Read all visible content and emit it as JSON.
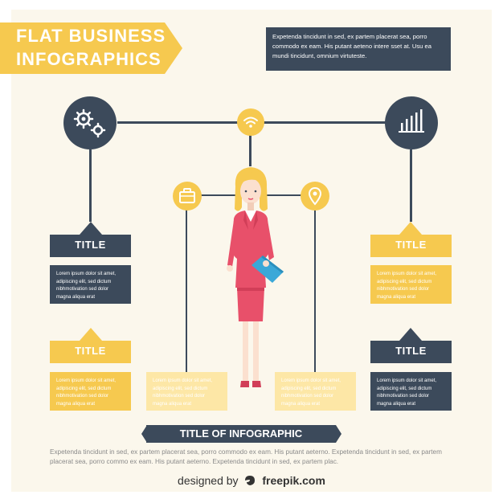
{
  "header": {
    "title_line1": "FLAT BUSINESS",
    "title_line2": "INFOGRAPHICS",
    "intro_text": "Expetenda tincidunt in sed, ex partem placerat sea, porro commodo ex eam. His putant aeteno intere sset at. Usu ea mundi tincidunt, omnium virtuteste."
  },
  "icons": {
    "top_left": "gears-icon",
    "top_center": "wifi-icon",
    "top_right": "bar-chart-icon",
    "mid_left": "briefcase-icon",
    "mid_right": "location-pin-icon"
  },
  "left_top": {
    "title": "TITLE",
    "text": "Lorem ipsum dolor sit amet, adipiscing elit, sed dictum nibhmotivation sed dolor magna aliqua erat"
  },
  "left_bottom": {
    "title": "TITLE",
    "text": "Lorem ipsum dolor sit amet, adipiscing elit, sed dictum nibhmotivation sed dolor magna aliqua erat"
  },
  "right_top": {
    "title": "TITLE",
    "text": "Lorem ipsum dolor sit amet, adipiscing elit, sed dictum nibhmotivation sed dolor magna aliqua erat"
  },
  "right_bottom": {
    "title": "TITLE",
    "text": "Lorem ipsum dolor sit amet, adipiscing elit, sed dictum nibhmotivation sed dolor magna aliqua erat"
  },
  "center_left_box": {
    "text": "Lorem ipsum dolor sit amet, adipiscing elit, sed dictum nibhmotivation sed dolor magna aliqua erat"
  },
  "center_right_box": {
    "text": "Lorem ipsum dolor sit amet, adipiscing elit, sed dictum nibhmotivation sed dolor magna aliqua erat"
  },
  "footer": {
    "title": "TITLE OF INFOGRAPHIC",
    "text": "Expetenda tincidunt in sed, ex partem placerat sea, porro commodo ex eam. His putant aeterno. Expetenda tincidunt in sed, ex partem placerat sea, porro commo ex eam. His putant aeterno. Expetenda tincidunt in sed, ex partem plac.",
    "credit_prefix": "designed by",
    "credit_brand": "freepik.com"
  },
  "colors": {
    "navy": "#3c4a5b",
    "yellow": "#f6c94f",
    "light_yellow": "#fde7a6",
    "background": "#fbf7ec",
    "jacket": "#e8506a",
    "hair": "#f6c94f"
  }
}
